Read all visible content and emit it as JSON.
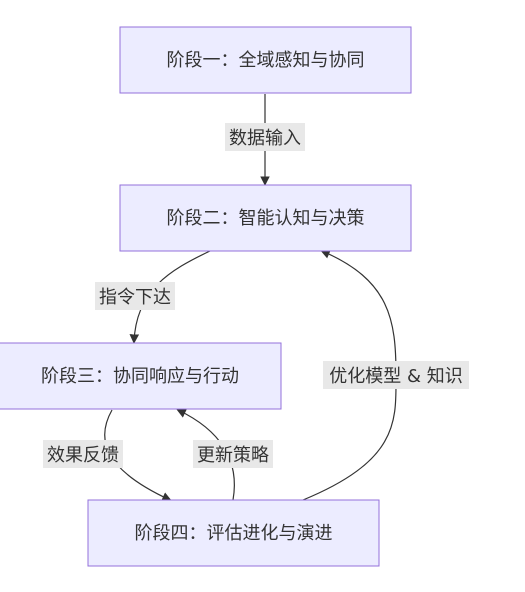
{
  "diagram": {
    "nodes": {
      "stage1": "阶段一：全域感知与协同",
      "stage2": "阶段二：智能认知与决策",
      "stage3": "阶段三：协同响应与行动",
      "stage4": "阶段四：评估进化与演进"
    },
    "edges": {
      "e1": "数据输入",
      "e2": "指令下达",
      "e3": "效果反馈",
      "e4": "更新策略",
      "e5": "优化模型 & 知识"
    },
    "colors": {
      "node_fill": "#ececff",
      "node_stroke": "#9370db",
      "edge_stroke": "#333333",
      "label_bg": "#e8e8e8"
    }
  }
}
